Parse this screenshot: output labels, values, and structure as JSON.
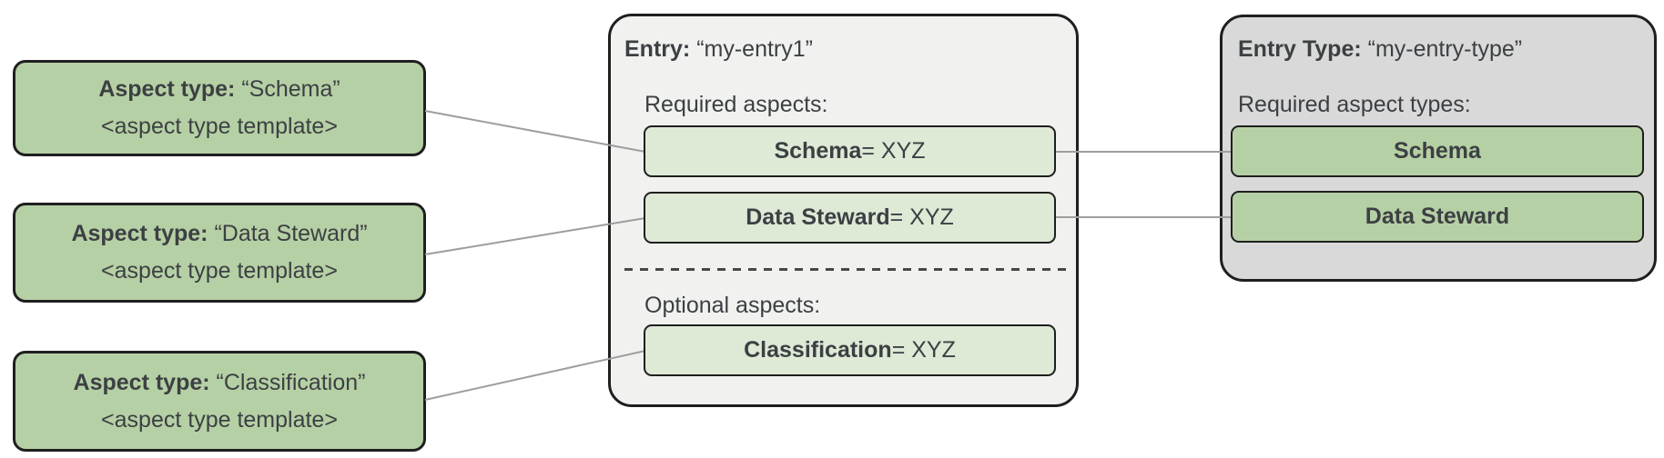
{
  "diagram": {
    "aspect_types": [
      {
        "label": "Aspect type:",
        "name": "“Schema”",
        "template": "<aspect type template>"
      },
      {
        "label": "Aspect type:",
        "name": "“Data Steward”",
        "template": "<aspect type template>"
      },
      {
        "label": "Aspect type:",
        "name": "“Classification”",
        "template": "<aspect type template>"
      }
    ],
    "entry": {
      "label": "Entry:",
      "name": "“my-entry1”",
      "required_label": "Required aspects:",
      "optional_label": "Optional aspects:",
      "required_aspects": [
        {
          "name": "Schema",
          "value": " = XYZ"
        },
        {
          "name": "Data Steward",
          "value": " = XYZ"
        }
      ],
      "optional_aspects": [
        {
          "name": "Classification",
          "value": " = XYZ"
        }
      ]
    },
    "entry_type": {
      "label": "Entry Type:",
      "name": "“my-entry-type”",
      "required_label": "Required aspect types:",
      "required_aspect_types": [
        {
          "name": "Schema"
        },
        {
          "name": "Data Steward"
        }
      ]
    },
    "colors": {
      "aspect_green": "#b6d0a5",
      "aspect_light_green": "#dee9d6",
      "entry_background": "#f1f1f0",
      "entry_type_background": "#d9d9d9",
      "box_border": "#1f1f1f",
      "connector_gray": "#9e9e9e",
      "text": "#3c4043"
    }
  }
}
